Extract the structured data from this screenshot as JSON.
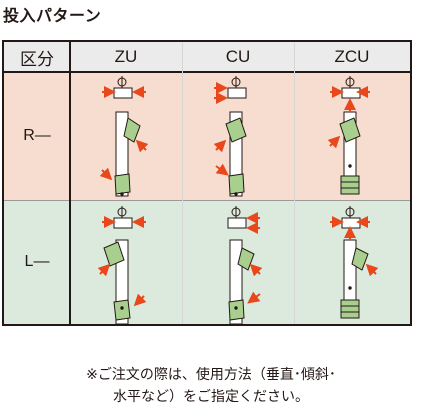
{
  "title": "投入パターン",
  "table": {
    "header_label": "区分",
    "columns": [
      "ZU",
      "CU",
      "ZCU"
    ],
    "rows": [
      "R—",
      "L—"
    ]
  },
  "colors": {
    "row_r_bg": "#f6ddd0",
    "row_l_bg": "#dceadd",
    "arrow": "#e8481c",
    "jaw": "#a9cf8e"
  },
  "note": {
    "line1": "※ご注文の際は、使用方法（垂直･傾斜･",
    "line2": "水平など）をご指定ください。"
  }
}
